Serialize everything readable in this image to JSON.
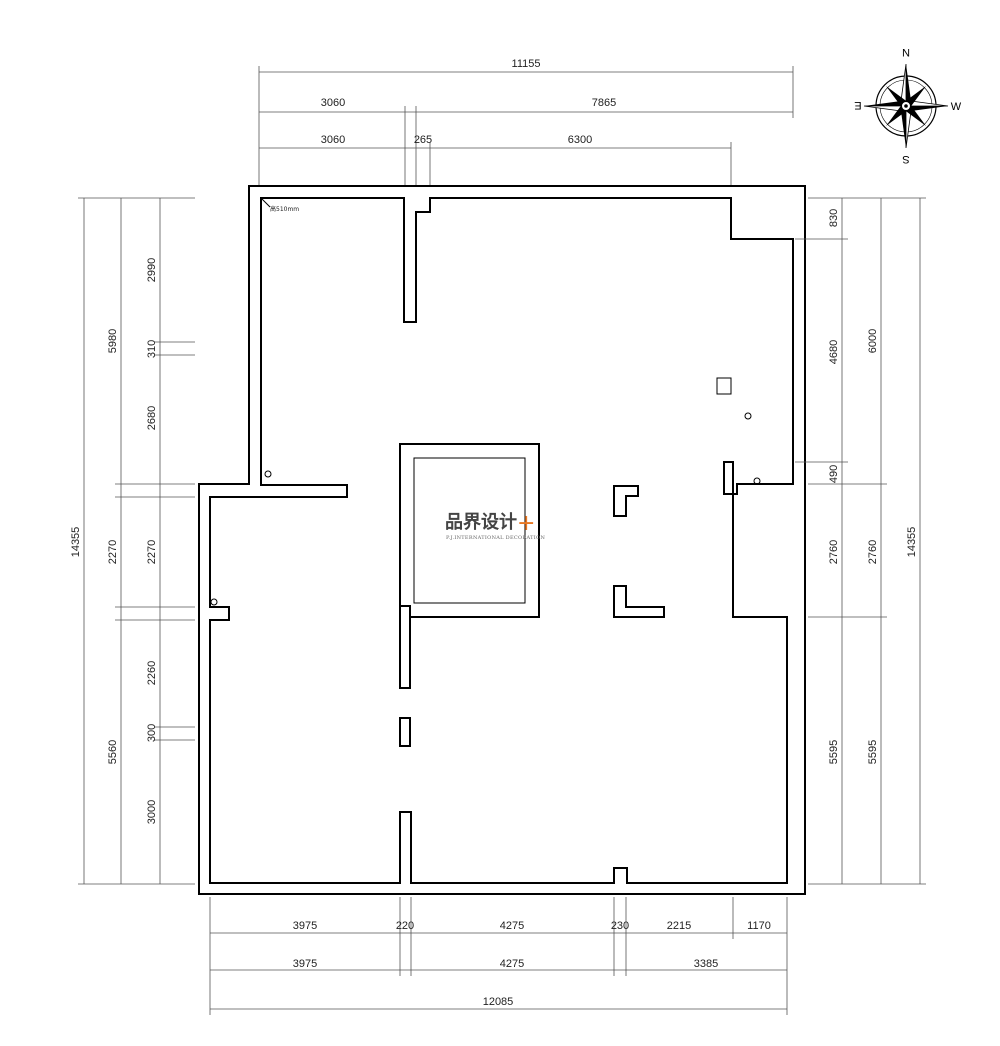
{
  "note": "高510mm",
  "logo": {
    "cn": "品界设计",
    "plus": "+",
    "en": "P.J.INTERNATIONAL DECORATION"
  },
  "compass": {
    "n": "N",
    "s": "S",
    "e": "E",
    "w": "W"
  },
  "dims": {
    "top_total": "11155",
    "top_mid_left": "3060",
    "top_mid_right": "7865",
    "top_inner_left": "3060",
    "top_inner_gap": "265",
    "top_inner_right": "6300",
    "bottom_1": "3975",
    "bottom_2": "220",
    "bottom_3": "4275",
    "bottom_4": "230",
    "bottom_5": "2215",
    "bottom_6": "1170",
    "bottom_mid_1": "3975",
    "bottom_mid_2": "4275",
    "bottom_mid_3": "3385",
    "bottom_total": "12085",
    "left_total": "14355",
    "left_upper": "5980",
    "left_middle": "2270",
    "left_lower": "5560",
    "left_inner_1": "2990",
    "left_inner_2": "310",
    "left_inner_3": "2680",
    "left_inner_4": "2270",
    "left_inner_5": "2260",
    "left_inner_6": "300",
    "left_inner_7": "3000",
    "right_top": "830",
    "right_upper_inner": "4680",
    "right_upper_outer": "6000",
    "right_gap": "490",
    "right_mid_inner": "2760",
    "right_mid_outer": "2760",
    "right_low_inner": "5595",
    "right_low_outer": "5595",
    "right_total": "14355"
  }
}
